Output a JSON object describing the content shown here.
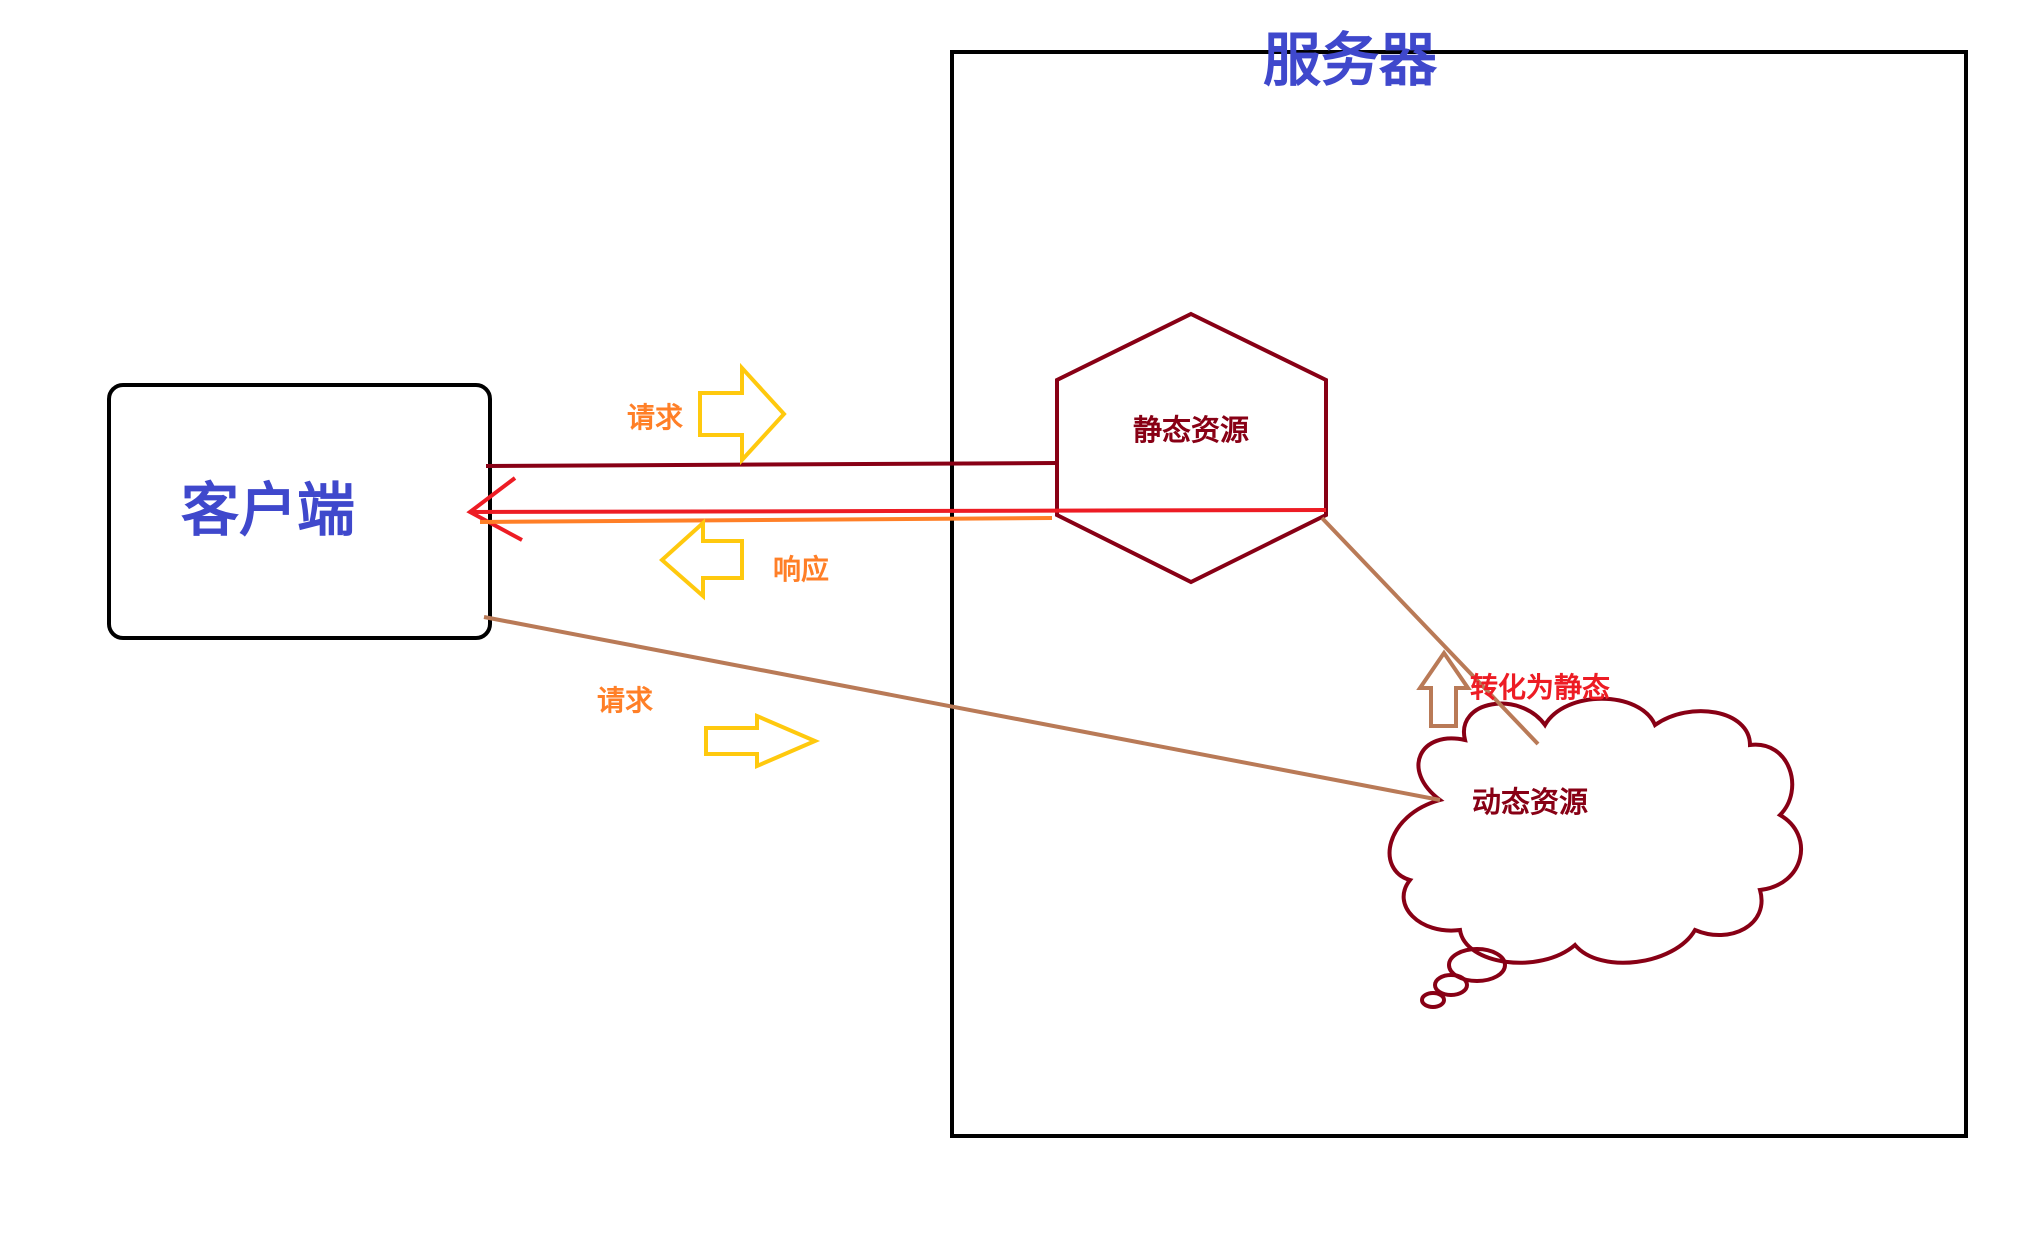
{
  "diagram": {
    "server": {
      "title": "服务器"
    },
    "client": {
      "label": "客户端"
    },
    "static_resource": {
      "label": "静态资源"
    },
    "dynamic_resource": {
      "label": "动态资源"
    },
    "edges": {
      "request_top": "请求",
      "response": "响应",
      "request_bottom": "请求",
      "convert": "转化为静态"
    }
  },
  "colors": {
    "title_blue": "#3f48cc",
    "label_orange": "#ff7f27",
    "dark_red": "#880015",
    "red": "#ed1c24",
    "yellow": "#ffc90e",
    "brown": "#b97a57",
    "black": "#000000"
  }
}
